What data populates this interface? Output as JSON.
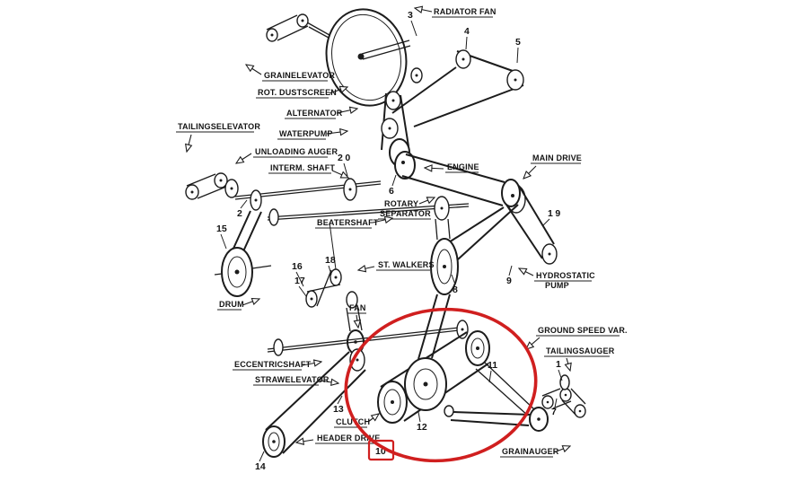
{
  "colors": {
    "ink": "#1c1c1c",
    "background": "#ffffff"
  },
  "labels": [
    {
      "text": "RADIATOR FAN"
    },
    {
      "text": "GRAINELEVATOR"
    },
    {
      "text": "ROT. DUSTSCREEN"
    },
    {
      "text": "ALTERNATOR"
    },
    {
      "text": "WATERPUMP"
    },
    {
      "text": "TAILINGSELEVATOR"
    },
    {
      "text": "UNLOADING AUGER"
    },
    {
      "text": "INTERM. SHAFT"
    },
    {
      "text": "ENGINE"
    },
    {
      "text": "MAIN DRIVE"
    },
    {
      "text": "ROTARY",
      "text2": "SEPARATOR"
    },
    {
      "text": "BEATERSHAFT"
    },
    {
      "text": "ST. WALKERS"
    },
    {
      "text": "HYDROSTATIC",
      "text2": "PUMP"
    },
    {
      "text": "DRUM"
    },
    {
      "text": "FAN"
    },
    {
      "text": "GROUND SPEED VAR."
    },
    {
      "text": "TAILINGSAUGER"
    },
    {
      "text": "ECCENTRICSHAFT"
    },
    {
      "text": "STRAWELEVATOR"
    },
    {
      "text": "CLUTCH"
    },
    {
      "text": "HEADER DRIVE"
    },
    {
      "text": "GRAINAUGER"
    }
  ],
  "numbers": [
    "1",
    "2",
    "3",
    "4",
    "5",
    "6",
    "7",
    "8",
    "9",
    "10",
    "11",
    "12",
    "13",
    "14",
    "15",
    "16",
    "17",
    "18",
    "19",
    "20"
  ],
  "annotations": {
    "highlight_color": "#d01f1f",
    "boxed_number": "10"
  }
}
